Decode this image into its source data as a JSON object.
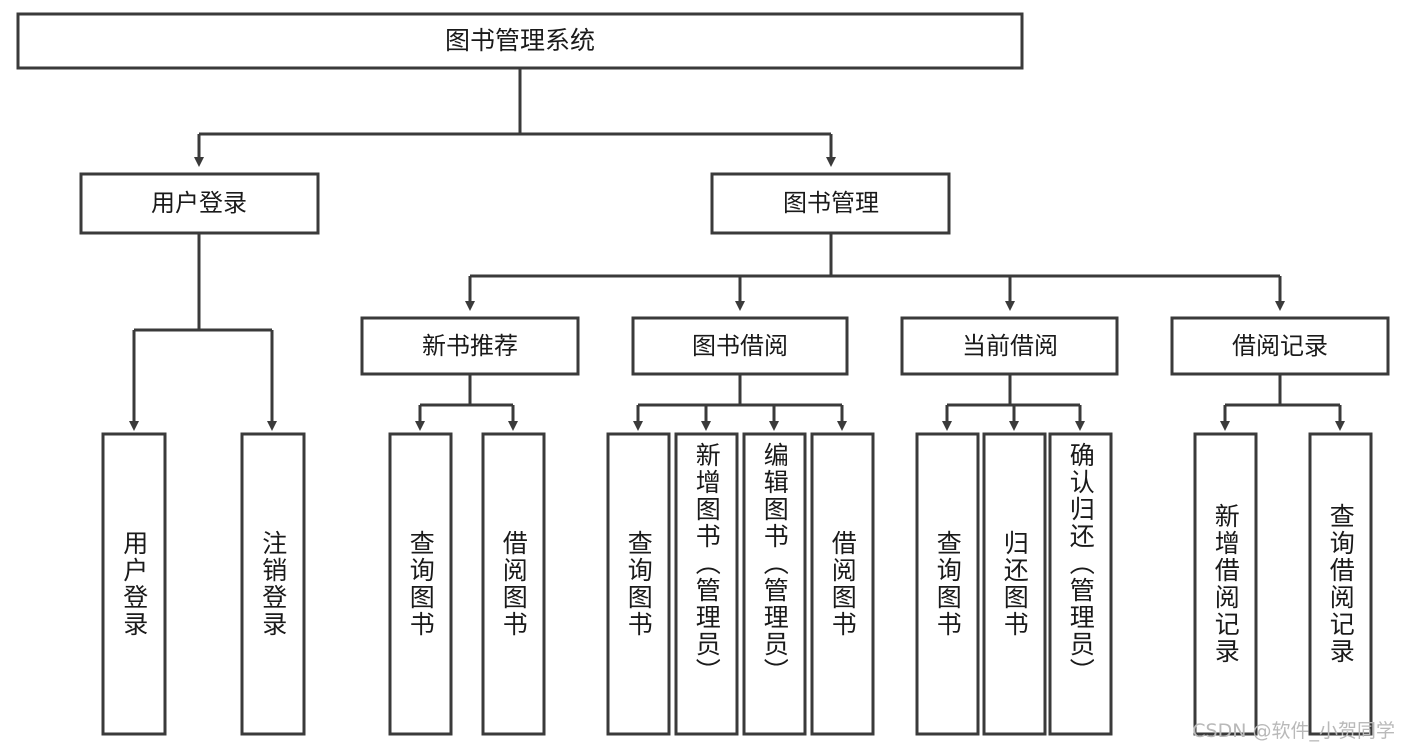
{
  "diagram": {
    "type": "tree",
    "title": "图书管理系统",
    "watermark": "CSDN @软件_小贺同学",
    "colors": {
      "stroke": "#3a3a3a",
      "fill": "#ffffff",
      "text": "#1a1a1a",
      "watermark": "#b9b9b9"
    },
    "nodes": {
      "root": {
        "label": "图书管理系统"
      },
      "level2": [
        {
          "label": "用户登录"
        },
        {
          "label": "图书管理"
        }
      ],
      "level3": [
        {
          "label": "新书推荐"
        },
        {
          "label": "图书借阅"
        },
        {
          "label": "当前借阅"
        },
        {
          "label": "借阅记录"
        }
      ],
      "leaves": [
        {
          "label": "用户登录",
          "parent": "用户登录"
        },
        {
          "label": "注销登录",
          "parent": "用户登录"
        },
        {
          "label": "查询图书",
          "parent": "新书推荐"
        },
        {
          "label": "借阅图书",
          "parent": "新书推荐"
        },
        {
          "label": "查询图书",
          "parent": "图书借阅"
        },
        {
          "label": "新增图书（管理员）",
          "parent": "图书借阅"
        },
        {
          "label": "编辑图书（管理员）",
          "parent": "图书借阅"
        },
        {
          "label": "借阅图书",
          "parent": "图书借阅"
        },
        {
          "label": "查询图书",
          "parent": "当前借阅"
        },
        {
          "label": "归还图书",
          "parent": "当前借阅"
        },
        {
          "label": "确认归还（管理员）",
          "parent": "当前借阅"
        },
        {
          "label": "新增借阅记录",
          "parent": "借阅记录"
        },
        {
          "label": "查询借阅记录",
          "parent": "借阅记录"
        }
      ]
    }
  }
}
